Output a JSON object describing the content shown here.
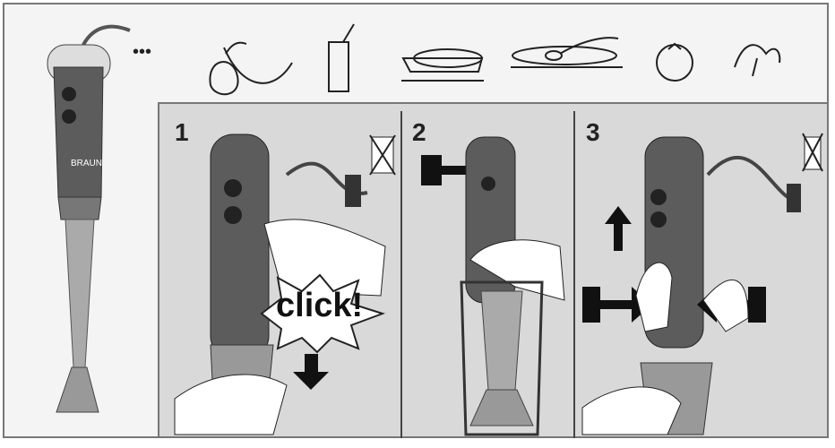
{
  "steps": [
    "1",
    "2",
    "3"
  ],
  "brand": "BRAUN",
  "callout": "click!",
  "ellipsis": "•••",
  "icons": [
    "apple-banana-icon",
    "glass-icon",
    "gravy-boat-icon",
    "plate-spoon-icon",
    "tomato-icon",
    "parsley-icon"
  ],
  "colors": {
    "blender_body": "#5c5c5c",
    "frame": "#777777",
    "panel": "#d9d9d9",
    "arrow": "#111111"
  }
}
